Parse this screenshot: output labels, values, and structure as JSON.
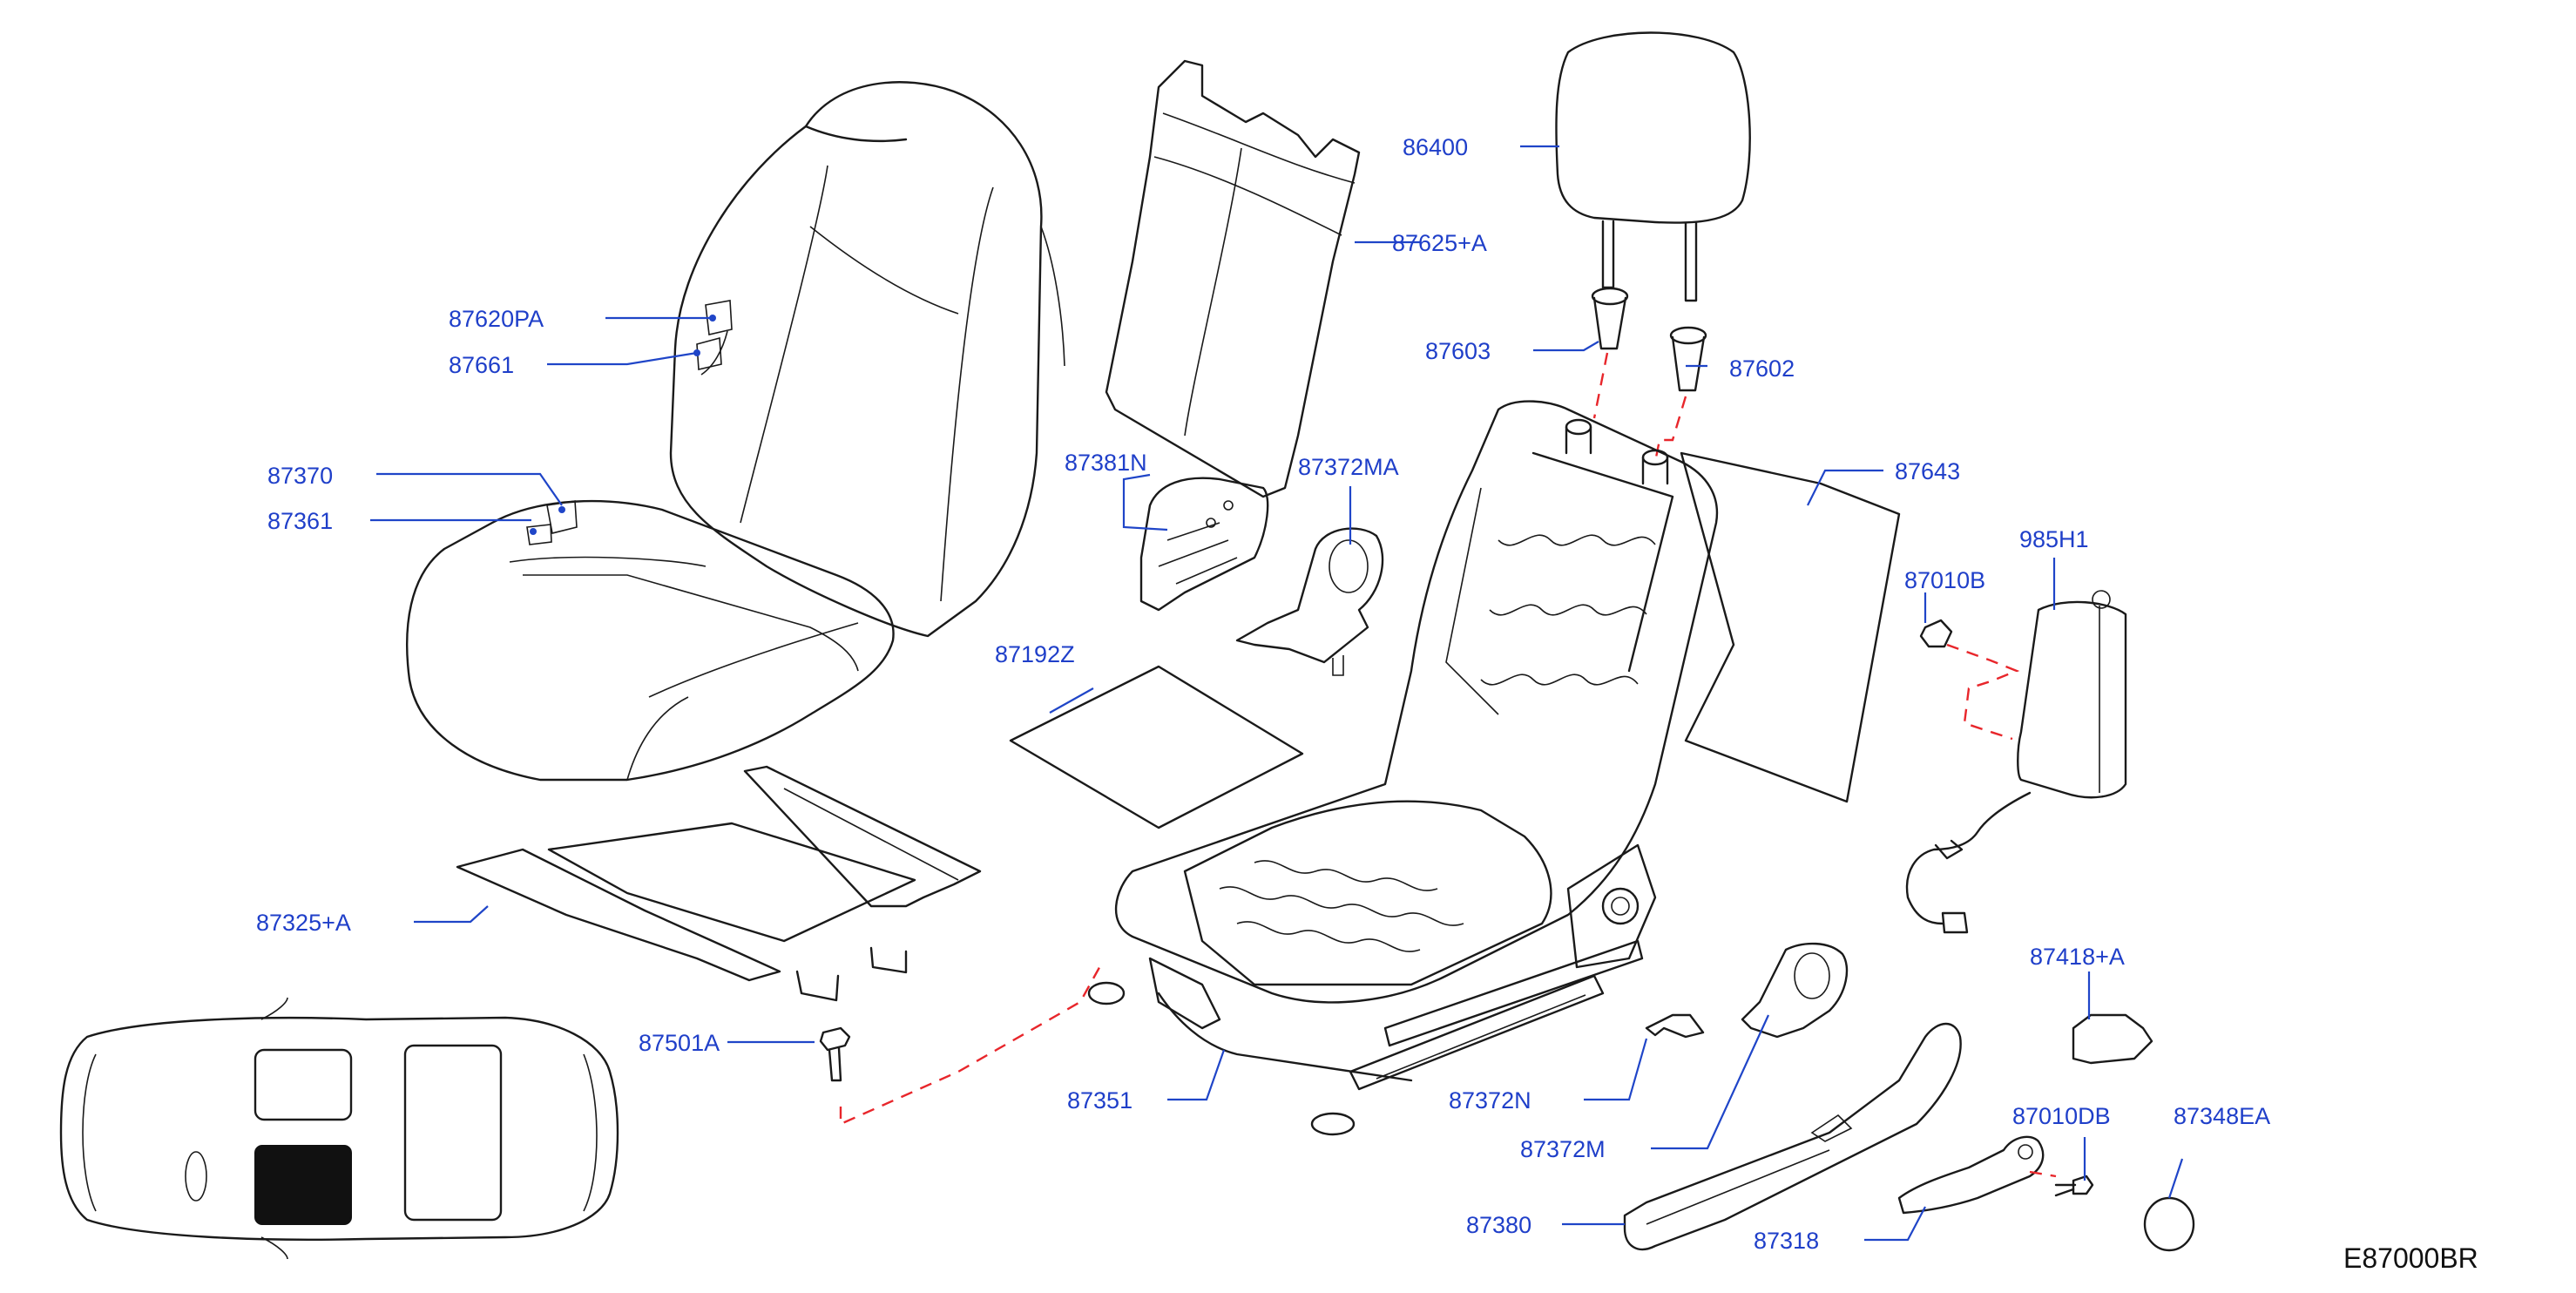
{
  "diagram": {
    "code": "E87000BR",
    "labels": [
      {
        "id": "p86400",
        "text": "86400"
      },
      {
        "id": "p87625A",
        "text": "87625+A"
      },
      {
        "id": "p87620PA",
        "text": "87620PA"
      },
      {
        "id": "p87661",
        "text": "87661"
      },
      {
        "id": "p87603",
        "text": "87603"
      },
      {
        "id": "p87602",
        "text": "87602"
      },
      {
        "id": "p87370",
        "text": "87370"
      },
      {
        "id": "p87361",
        "text": "87361"
      },
      {
        "id": "p87381N",
        "text": "87381N"
      },
      {
        "id": "p87372MA",
        "text": "87372MA"
      },
      {
        "id": "p87643",
        "text": "87643"
      },
      {
        "id": "p985H1",
        "text": "985H1"
      },
      {
        "id": "p87010B",
        "text": "87010B"
      },
      {
        "id": "p87192Z",
        "text": "87192Z"
      },
      {
        "id": "p87325A",
        "text": "87325+A"
      },
      {
        "id": "p87418A",
        "text": "87418+A"
      },
      {
        "id": "p87501A",
        "text": "87501A"
      },
      {
        "id": "p87351",
        "text": "87351"
      },
      {
        "id": "p87372N",
        "text": "87372N"
      },
      {
        "id": "p87010DB",
        "text": "87010DB"
      },
      {
        "id": "p87348EA",
        "text": "87348EA"
      },
      {
        "id": "p87372M",
        "text": "87372M"
      },
      {
        "id": "p87380",
        "text": "87380"
      },
      {
        "id": "p87318",
        "text": "87318"
      }
    ]
  }
}
